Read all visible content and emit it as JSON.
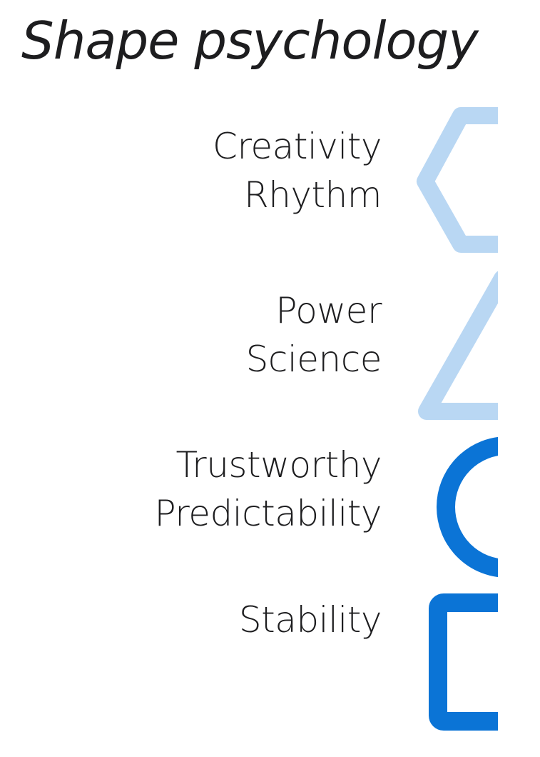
{
  "title": "Shape psychology",
  "groups": [
    {
      "shape": "hexagon-icon",
      "color": "#b9d7f3",
      "lines": [
        "Creativity",
        "Rhythm"
      ]
    },
    {
      "shape": "triangle-icon",
      "color": "#b9d7f3",
      "lines": [
        "Power",
        "Science"
      ]
    },
    {
      "shape": "circle-icon",
      "color": "#0b74d6",
      "lines": [
        "Trustworthy",
        "Predictability"
      ]
    },
    {
      "shape": "square-icon",
      "color": "#0b74d6",
      "lines": [
        "Stability"
      ]
    }
  ]
}
